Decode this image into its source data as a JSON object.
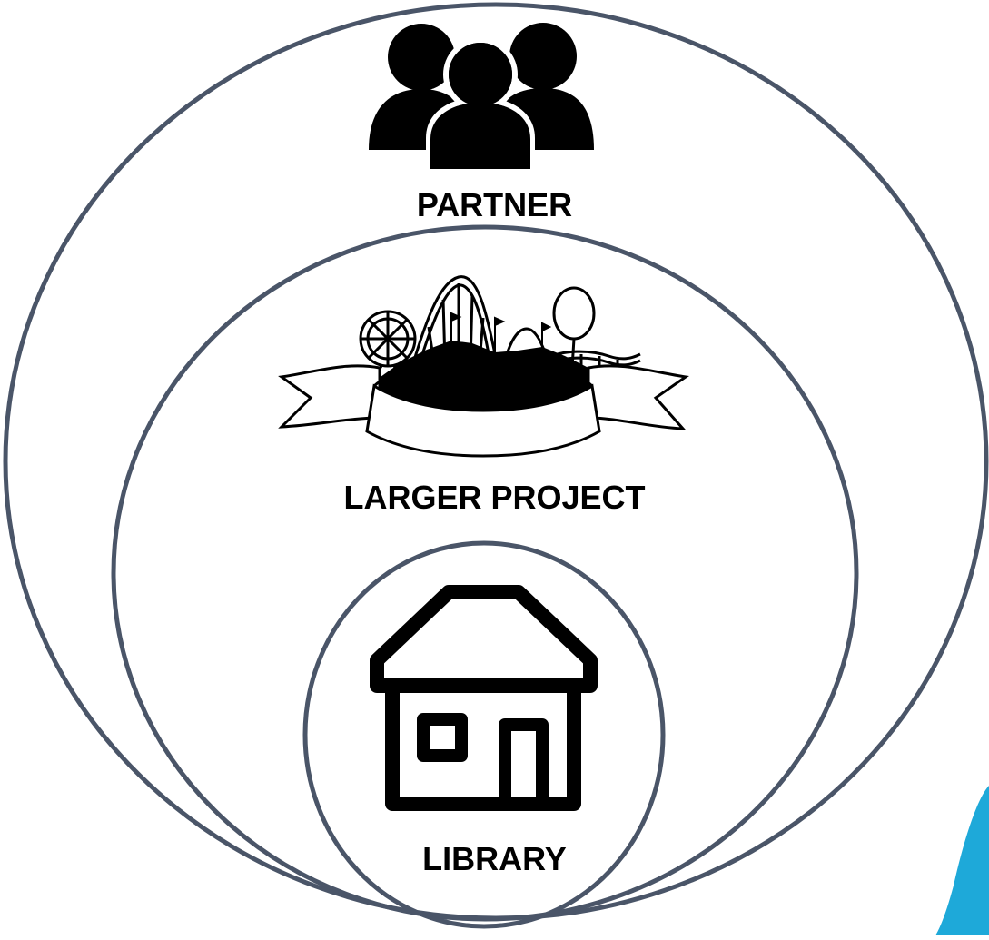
{
  "diagram": {
    "type": "nested-circles",
    "rings": [
      {
        "id": "partner",
        "label": "PARTNER",
        "icon": "people-group-icon"
      },
      {
        "id": "larger_project",
        "label": "LARGER PROJECT",
        "icon": "amusement-park-banner-icon"
      },
      {
        "id": "library",
        "label": "LIBRARY",
        "icon": "house-icon"
      }
    ]
  },
  "colors": {
    "ring_stroke": "#4a5568",
    "icon_fill": "#000000",
    "label_text": "#000000",
    "corner_accent": "#1ea9d9",
    "background": "#ffffff"
  }
}
